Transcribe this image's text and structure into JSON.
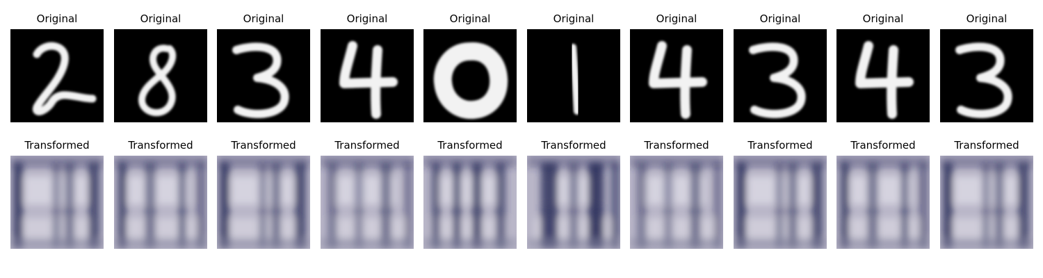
{
  "figure": {
    "rows": [
      {
        "row_id": "original",
        "panel_title": "Original",
        "panels": [
          {
            "digit": "2"
          },
          {
            "digit": "8"
          },
          {
            "digit": "3"
          },
          {
            "digit": "4"
          },
          {
            "digit": "0"
          },
          {
            "digit": "1"
          },
          {
            "digit": "4"
          },
          {
            "digit": "3"
          },
          {
            "digit": "4"
          },
          {
            "digit": "3"
          }
        ]
      },
      {
        "row_id": "transformed",
        "panel_title": "Transformed",
        "panels": [
          {
            "pattern": "a"
          },
          {
            "pattern": "b"
          },
          {
            "pattern": "a"
          },
          {
            "pattern": "c"
          },
          {
            "pattern": "d"
          },
          {
            "pattern": "e"
          },
          {
            "pattern": "c"
          },
          {
            "pattern": "a"
          },
          {
            "pattern": "b"
          },
          {
            "pattern": "a"
          }
        ]
      }
    ],
    "colors": {
      "original_background": "#000000",
      "original_stroke": "#f2f2f2",
      "transformed_base": "#b9b6c8",
      "transformed_dark": "#2a2e5a",
      "transformed_light": "#e8e6ee"
    }
  }
}
